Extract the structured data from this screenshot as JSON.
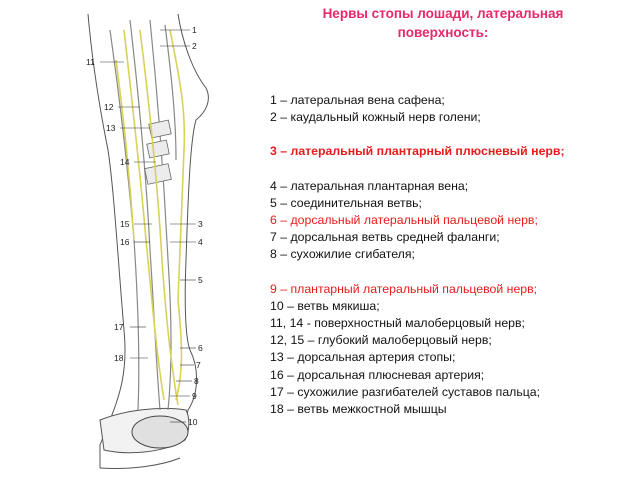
{
  "title": "Нервы стопы лошади, латеральная поверхность:",
  "legend": [
    {
      "text": "1 – латеральная вена сафена;",
      "color": "#111111"
    },
    {
      "text": "2 – каудальный кожный нерв голени;",
      "color": "#111111"
    },
    {
      "text": "3 – латеральный плантарный плюсневый нерв;",
      "color": "#e81b1b",
      "bold": true
    },
    {
      "text": "4 – латеральная плантарная вена;",
      "color": "#111111"
    },
    {
      "text": "5 – соединительная ветвь;",
      "color": "#111111"
    },
    {
      "text": "6 – дорсальный латеральный пальцевой нерв;",
      "color": "#e81b1b"
    },
    {
      "text": "7 – дорсальная ветвь средней фаланги;",
      "color": "#111111"
    },
    {
      "text": "8 – сухожилие сгибателя;",
      "color": "#111111"
    },
    {
      "text": "9 – плантарный латеральный пальцевой нерв;",
      "color": "#e81b1b"
    },
    {
      "text": "10 – ветвь мякиша;",
      "color": "#111111"
    },
    {
      "text": "11, 14 - поверхностный малоберцовый нерв;",
      "color": "#111111"
    },
    {
      "text": "12, 15 – глубокий малоберцовый нерв;",
      "color": "#111111"
    },
    {
      "text": "13 – дорсальная артерия стопы;",
      "color": "#111111"
    },
    {
      "text": "16 – дорсальная плюсневая артерия;",
      "color": "#111111"
    },
    {
      "text": "17 – сухожилие разгибателей суставов пальца;",
      "color": "#111111"
    },
    {
      "text": "18 – ветвь межкостной мышцы",
      "color": "#111111"
    }
  ],
  "figure_labels": [
    "1",
    "2",
    "11",
    "12",
    "13",
    "14",
    "15",
    "16",
    "3",
    "4",
    "5",
    "17",
    "18",
    "6",
    "7",
    "8",
    "9",
    "10"
  ],
  "colors": {
    "title": "#e8286b",
    "highlight": "#e81b1b",
    "nerve": "#d8d257",
    "outline": "#555555"
  }
}
